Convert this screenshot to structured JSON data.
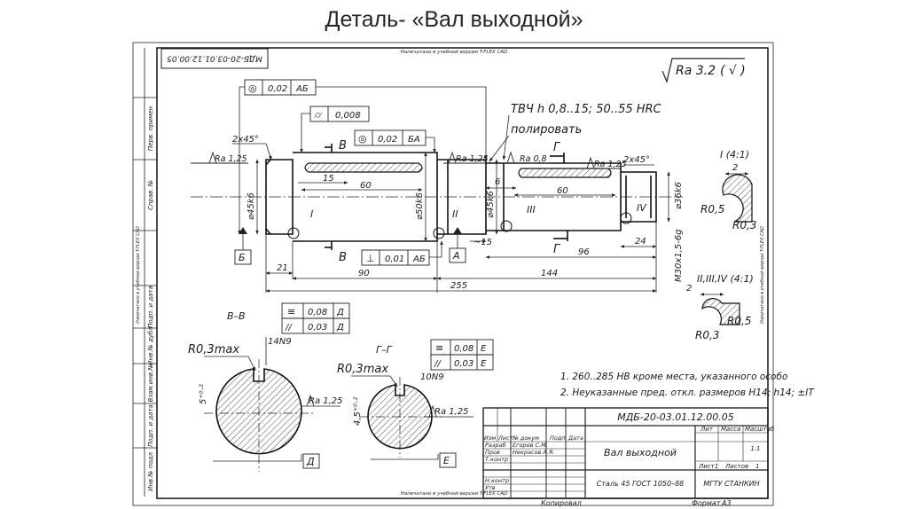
{
  "slide": {
    "title": "Деталь- «Вал выходной»"
  },
  "sheet": {
    "watermark_top": "Напечатано в учебной версии T-FLEX CAD",
    "watermark_bottom": "Напечатано в учебной версии T-FLEX CAD",
    "watermark_left": "Напечатано в учебной версии T-FLEX CAD",
    "watermark_right": "Напечатано в учебной версии T-FLEX CAD",
    "corner_code": "МДБ-20-03.01.12.00.05",
    "copy_label": "Копировал",
    "format_label": "Формат",
    "format_value": "А3"
  },
  "roughness": {
    "general": "Ra 3.2",
    "bracket": "( √ )"
  },
  "notes": {
    "hardening": "ТВЧ h 0,8..15; 50..55 HRC",
    "polish": "полировать",
    "req1": "1. 260..285 НВ кроме места, указанного особо",
    "req2": "2. Неуказанные пред. откл. размеров Н14; h14; ±IT"
  },
  "tolerances": {
    "runout1_sym": "◎",
    "runout1_val": "0,02",
    "runout1_base": "АБ",
    "cyl_sym": "⌭",
    "cyl_val": "0,008",
    "coax_sym": "◎",
    "coax_val": "0,02",
    "coax_base": "БА",
    "perp_sym": "⊥",
    "perp_val": "0,01",
    "perp_base": "АБ",
    "sym_sym": "≡",
    "par_sym": "//",
    "bb_sym_val": "0,08",
    "bb_sym_base": "Д",
    "bb_par_val": "0,03",
    "bb_par_base": "Д",
    "gg_sym_val": "0,08",
    "gg_sym_base": "Е",
    "gg_par_val": "0,03",
    "gg_par_base": "Е"
  },
  "datums": {
    "b": "Б",
    "a": "А",
    "d": "Д",
    "e": "Е"
  },
  "dims": {
    "chamfer_left": "2х45°",
    "chamfer_right": "2х45°",
    "d45": "⌀45k6",
    "d50": "⌀50k6",
    "d45b": "⌀45k6",
    "d36": "⌀36k6",
    "thread": "М30х1,5-6g",
    "ra125_a": "Ra 1,25",
    "ra125_b": "Ra 1,25",
    "ra125_c": "Ra 1,25",
    "ra08": "Ra 0,8",
    "l15": "15",
    "l60a": "60",
    "l6": "6",
    "l60b": "60",
    "l24": "24",
    "l96": "96",
    "l15b": "~15",
    "l21": "21",
    "l90": "90",
    "l144": "144",
    "l255": "255"
  },
  "sections": {
    "bb": "В–В",
    "gg": "Г–Г",
    "b_mark": "В",
    "g_mark": "Г",
    "r03a": "R0,3max",
    "r03b": "R0,3max",
    "key1": "14N9",
    "key2": "10N9",
    "depth1": "5⁺⁰·²",
    "depth2": "4,5⁺⁰·²",
    "ra125_s1": "Ra 1,25",
    "ra125_s2": "Ra 1,25"
  },
  "details": {
    "d1_title": "I (4:1)",
    "d1_w": "2",
    "d1_r05": "R0,5",
    "d1_r03": "R0,3",
    "d2_title": "II,III,IV (4:1)",
    "d2_w": "2",
    "d2_r05": "R0,5",
    "d2_r03": "R0,3",
    "m1": "I",
    "m2": "II",
    "m3": "III",
    "m4": "IV"
  },
  "title_block": {
    "doc_code": "МДБ-20-03.01.12.00.05",
    "part_name": "Вал выходной",
    "material": "Сталь 45 ГОСТ 1050–88",
    "org": "МГТУ СТАНКИН",
    "h_izm": "Изм",
    "h_list": "Лист",
    "h_doc": "№ докум",
    "h_sign": "Подп",
    "h_date": "Дата",
    "r_razrab": "Разраб",
    "n_razrab": "Егоров С.М.",
    "r_prov": "Пров",
    "n_prov": "Некрасов А.Я.",
    "r_tkontr": "Т.контр",
    "r_nkontr": "Н.контр",
    "r_utv": "Утв",
    "lit": "Лит",
    "mass": "Масса",
    "scale": "Масштаб",
    "scale_val": "1:1",
    "sheet": "Лист",
    "sheet_val": "1",
    "sheets": "Листов",
    "sheets_val": "1"
  },
  "side_columns": {
    "perv": "Перв. примен",
    "sprav": "Справ. №",
    "podp1": "Подп. и дата",
    "inv_dubl": "Инв.№ дубл",
    "vzam": "Взам.инв.№",
    "podp2": "Подп. и дата",
    "inv_podl": "Инв.№ подл"
  }
}
